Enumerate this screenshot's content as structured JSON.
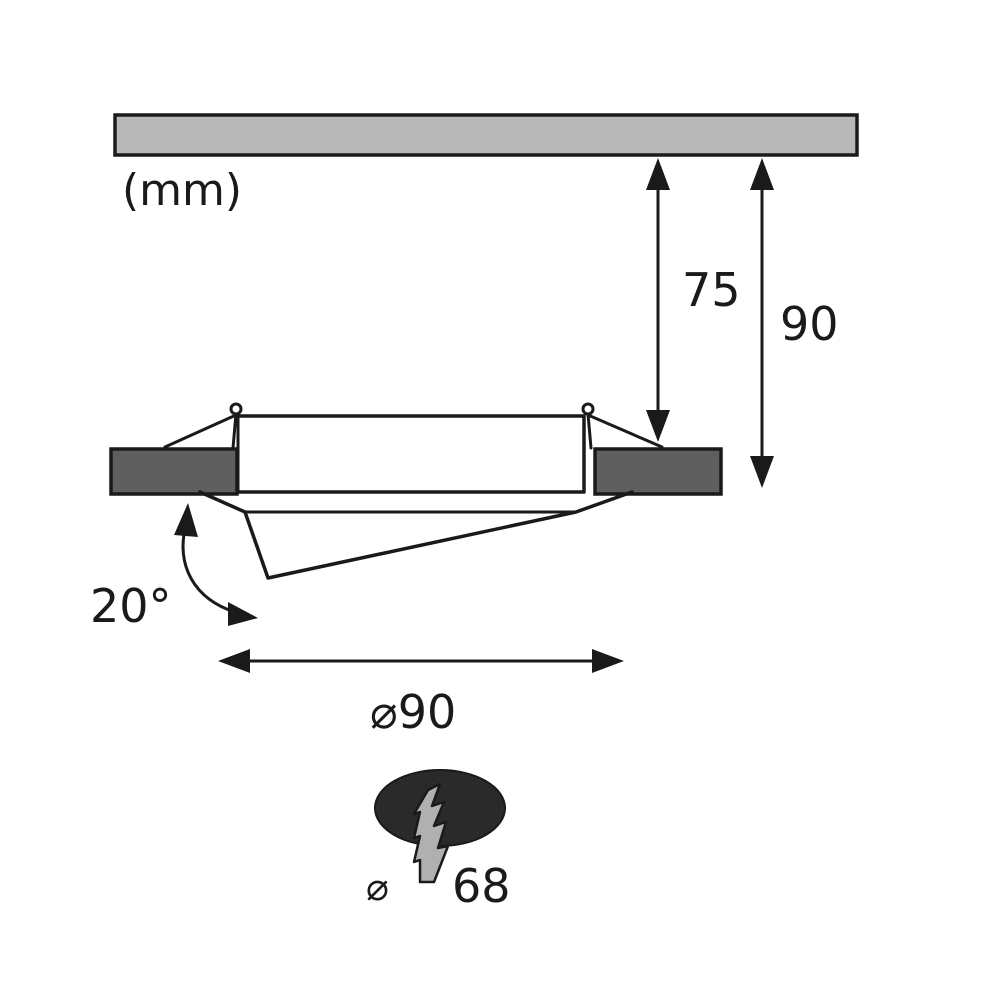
{
  "units_label": "(mm)",
  "dimensions": {
    "mounting_depth": "75",
    "total_height": "90",
    "tilt_angle": "20°",
    "outer_diameter": "⌀90",
    "cutout_diameter_symbol": "⌀",
    "cutout_diameter_value": "68"
  },
  "colors": {
    "ceiling_fill": "#b8b8b8",
    "ring_fill": "#5f5f5f",
    "cutout_fill": "#2a2a2a",
    "tool_fill": "#b0b0b0",
    "stroke": "#1a1a1a"
  },
  "icons": {
    "ceiling": "ceiling-plate",
    "fixture": "recessed-spotlight-side-view",
    "cutout": "hole-saw-cutout-icon"
  }
}
